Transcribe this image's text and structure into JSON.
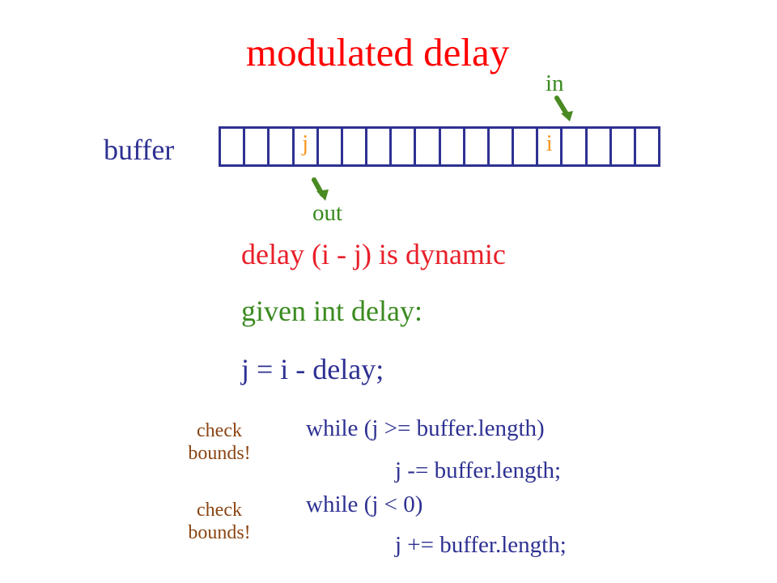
{
  "title": "modulated delay",
  "buffer": {
    "label": "buffer",
    "cells": [
      "",
      "",
      "",
      "j",
      "",
      "",
      "",
      "",
      "",
      "",
      "",
      "",
      "",
      "i",
      "",
      "",
      "",
      ""
    ],
    "in_label": "in",
    "out_label": "out"
  },
  "lines": {
    "dynamic": "delay (i - j) is dynamic",
    "given": "given int delay:",
    "assign": "j = i - delay;"
  },
  "code": {
    "while_upper": "while (j >= buffer.length)",
    "sub": "j -= buffer.length;",
    "while_lower": "while (j < 0)",
    "add": "j += buffer.length;"
  },
  "notes": {
    "note1": "check bounds!",
    "note2": "check bounds!"
  },
  "colors": {
    "title": "#ff0000",
    "navy": "#2e3192",
    "green": "#3a8a1f",
    "arrow": "#4a8a22",
    "orange": "#f7941d",
    "brown": "#8b4513",
    "dynamic": "#e8202a"
  }
}
